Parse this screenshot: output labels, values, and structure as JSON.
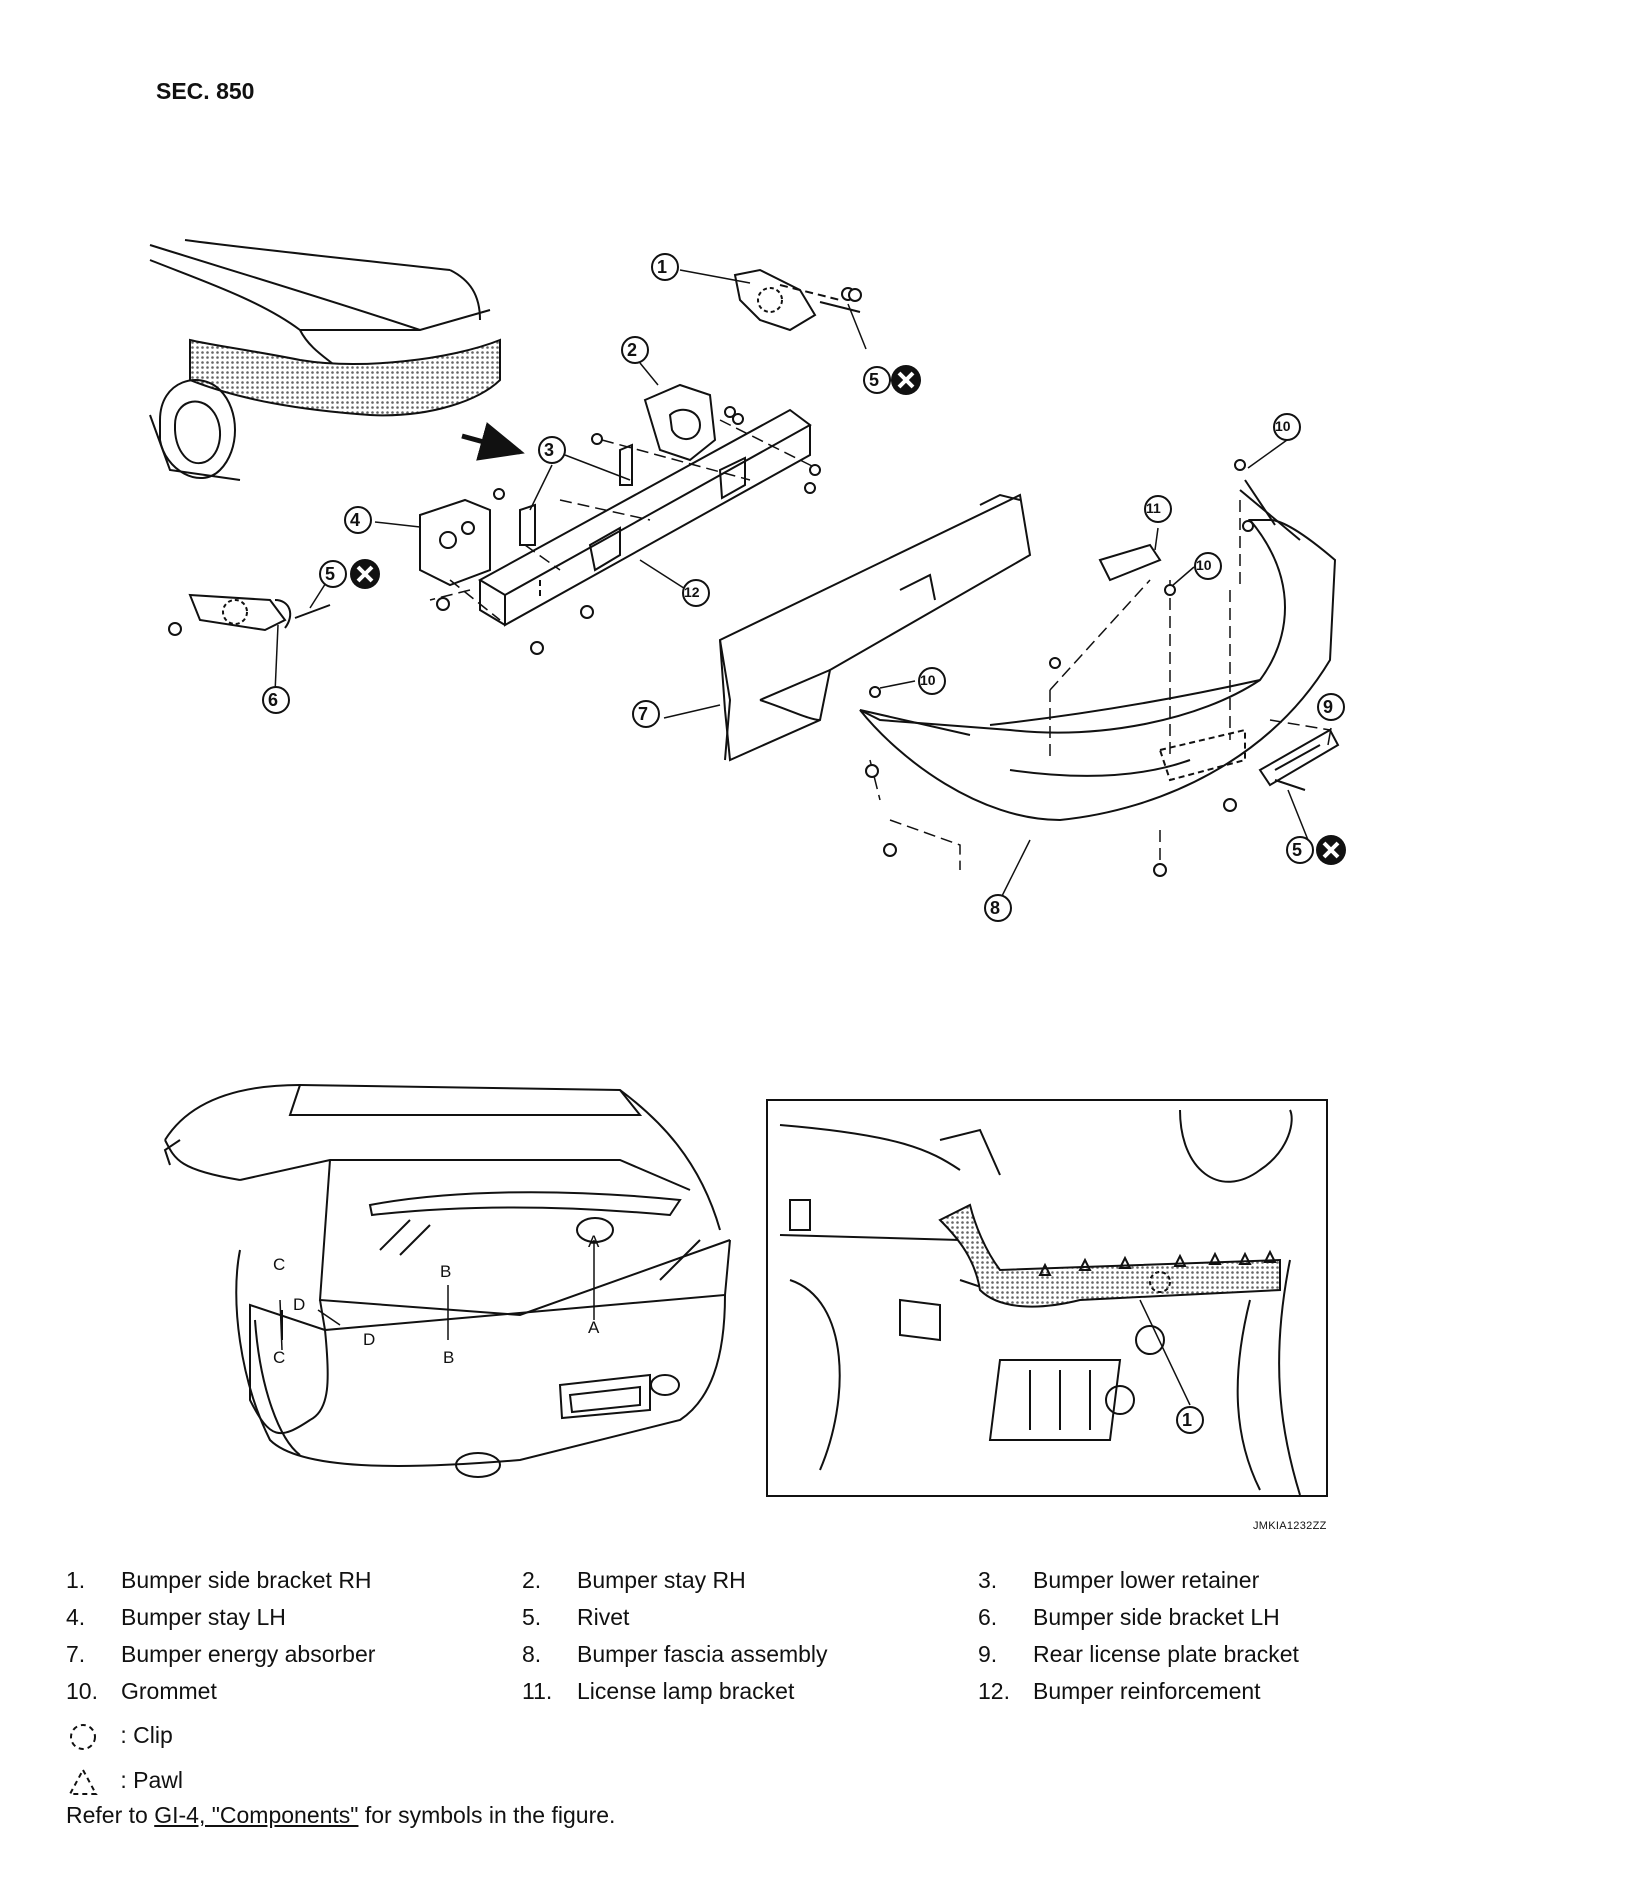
{
  "section": "SEC. 850",
  "figure_code": "JMKIA1232ZZ",
  "callouts": [
    "1",
    "2",
    "3",
    "4",
    "5",
    "6",
    "7",
    "8",
    "9",
    "10",
    "11",
    "12"
  ],
  "detail_labels": [
    "A",
    "B",
    "C",
    "D"
  ],
  "parts": [
    {
      "num": "1.",
      "name": "Bumper side bracket RH"
    },
    {
      "num": "2.",
      "name": "Bumper stay RH"
    },
    {
      "num": "3.",
      "name": "Bumper lower retainer"
    },
    {
      "num": "4.",
      "name": "Bumper stay LH"
    },
    {
      "num": "5.",
      "name": "Rivet"
    },
    {
      "num": "6.",
      "name": "Bumper side bracket LH"
    },
    {
      "num": "7.",
      "name": "Bumper energy absorber"
    },
    {
      "num": "8.",
      "name": "Bumper fascia assembly"
    },
    {
      "num": "9.",
      "name": "Rear license plate bracket"
    },
    {
      "num": "10.",
      "name": "Grommet"
    },
    {
      "num": "11.",
      "name": "License lamp bracket"
    },
    {
      "num": "12.",
      "name": "Bumper reinforcement"
    }
  ],
  "symbols": {
    "clip": ": Clip",
    "pawl": ": Pawl"
  },
  "refer": {
    "prefix": "Refer to ",
    "link": "GI-4, \"Components\"",
    "suffix": " for symbols in the figure."
  }
}
